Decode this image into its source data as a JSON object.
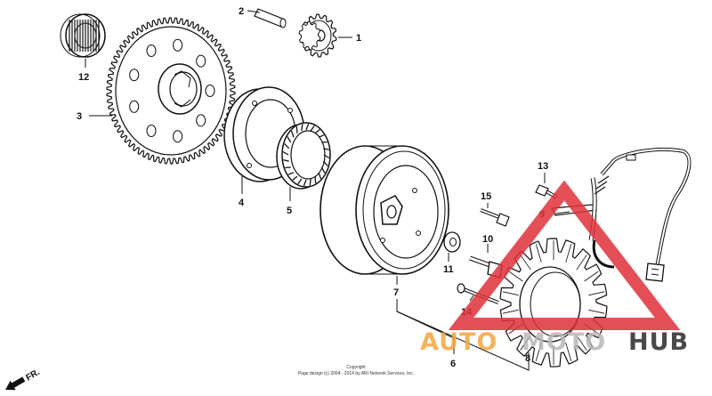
{
  "callouts": {
    "c1": "1",
    "c2": "2",
    "c3": "3",
    "c4": "4",
    "c5": "5",
    "c6": "6",
    "c7": "7",
    "c8": "8",
    "c9": "9",
    "c10": "10",
    "c11": "11",
    "c12": "12",
    "c13": "13",
    "c14": "14",
    "c15": "15"
  },
  "direction_label": "FR.",
  "copyright": {
    "line1": "Copyright",
    "line2": "Page design (c) 2004 - 2014 by ARI Network Services, Inc."
  },
  "watermark": {
    "part1": "AUTO",
    "part2": "MOTO",
    "part3": "HUB",
    "colors": {
      "orange": "#f2a640",
      "red": "#e0313a",
      "gray": "#b8b8b8",
      "dark": "#2a2a2a"
    }
  }
}
